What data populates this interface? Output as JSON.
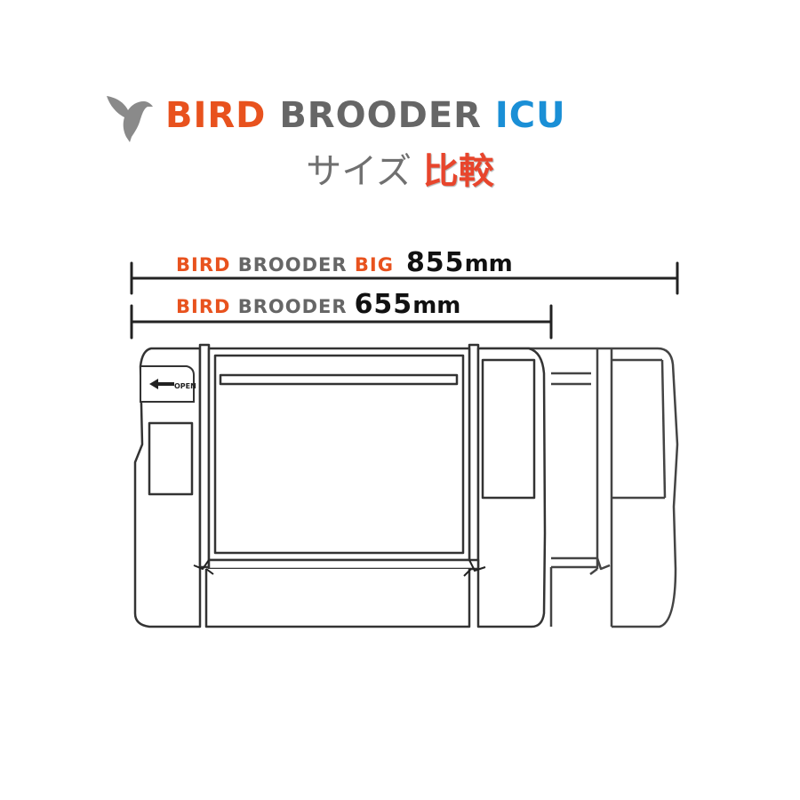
{
  "header": {
    "brand_word1": "BIRD",
    "brand_word2": "BROODER",
    "brand_word3": "ICU",
    "subtitle_plain": "サイズ",
    "subtitle_accent": "比較",
    "logo_icon": "bird-silhouette-icon"
  },
  "dimensions": [
    {
      "name_part1": "BIRD",
      "name_part2": "BROODER",
      "name_part3": "BIG",
      "value": "855",
      "unit": "mm"
    },
    {
      "name_part1": "BIRD",
      "name_part2": "BROODER",
      "name_part3": "",
      "value": "655",
      "unit": "mm"
    }
  ],
  "device": {
    "panel_button_icon": "arrow-left-icon",
    "panel_button_label": "OPEN"
  },
  "colors": {
    "brand_orange": "#e8521e",
    "brand_grey": "#666666",
    "brand_blue": "#1a8fd6",
    "accent_red": "#e8452c",
    "line": "#222222"
  }
}
